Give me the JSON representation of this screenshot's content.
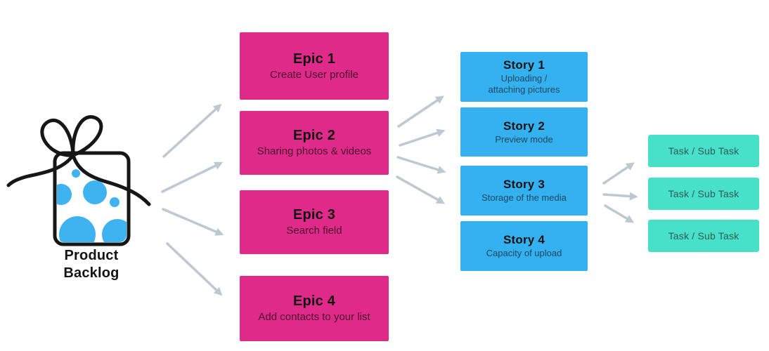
{
  "colors": {
    "epic_fill": "#E02A89",
    "epic_subtitle_text": "#4A1031",
    "story_fill": "#33B1F0",
    "story_subtitle_text": "#20475C",
    "task_fill": "#47E0C8",
    "task_text": "#2F5B59",
    "arrow": "#BDC9D1",
    "title_text": "#121212",
    "gift_dot_blue": "#3FB3F0"
  },
  "backlog": {
    "label": [
      "Product",
      "Backlog"
    ]
  },
  "epics": [
    {
      "title": "Epic 1",
      "subtitle": "Create User profile"
    },
    {
      "title": "Epic 2",
      "subtitle": "Sharing photos & videos"
    },
    {
      "title": "Epic 3",
      "subtitle": "Search field"
    },
    {
      "title": "Epic 4",
      "subtitle": "Add contacts to your list"
    }
  ],
  "stories": [
    {
      "title": "Story 1",
      "subtitle": [
        "Uploading /",
        "attaching pictures"
      ]
    },
    {
      "title": "Story 2",
      "subtitle": "Preview mode"
    },
    {
      "title": "Story 3",
      "subtitle": "Storage of the media"
    },
    {
      "title": "Story 4",
      "subtitle": "Capacity of upload"
    }
  ],
  "tasks": [
    {
      "label": "Task / Sub Task"
    },
    {
      "label": "Task / Sub Task"
    },
    {
      "label": "Task / Sub Task"
    }
  ]
}
